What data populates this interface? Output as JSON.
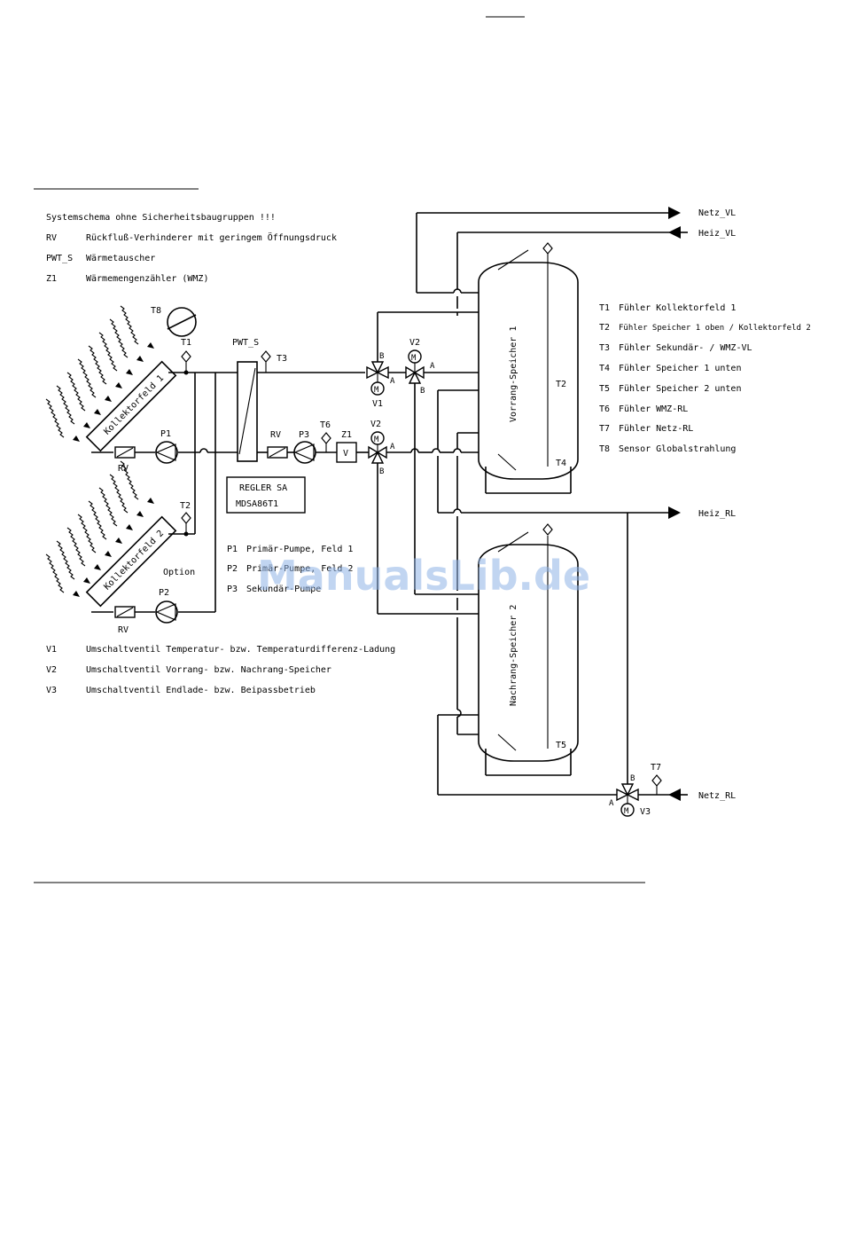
{
  "header": {
    "title": "Systemschema ohne Sicherheitsbaugruppen !!!",
    "legend": [
      {
        "abbr": "RV",
        "text": "Rückfluß-Verhinderer mit geringem Öffnungsdruck"
      },
      {
        "abbr": "PWT_S",
        "text": "Wärmetauscher"
      },
      {
        "abbr": "Z1",
        "text": "Wärmemengenzähler (WMZ)"
      }
    ]
  },
  "sensors": {
    "t1": "T1",
    "t2": "T2",
    "t3": "T3",
    "t4": "T4",
    "t5": "T5",
    "t6": "T6",
    "t7": "T7",
    "t8": "T8",
    "t2_tank": "T2"
  },
  "sensor_legend": [
    {
      "abbr": "T1",
      "text": "Fühler Kollektorfeld 1"
    },
    {
      "abbr": "T2",
      "text": "Fühler Speicher 1 oben / Kollektorfeld 2"
    },
    {
      "abbr": "T3",
      "text": "Fühler Sekundär- / WMZ-VL"
    },
    {
      "abbr": "T4",
      "text": "Fühler Speicher 1 unten"
    },
    {
      "abbr": "T5",
      "text": "Fühler Speicher 2 unten"
    },
    {
      "abbr": "T6",
      "text": "Fühler WMZ-RL"
    },
    {
      "abbr": "T7",
      "text": "Fühler Netz-RL"
    },
    {
      "abbr": "T8",
      "text": "Sensor Globalstrahlung"
    }
  ],
  "components": {
    "collector1": "Kollektorfeld 1",
    "collector2": "Kollektorfeld 2",
    "option": "Option",
    "pwt": "PWT_S",
    "rv": "RV",
    "p1": "P1",
    "p2": "P2",
    "p3": "P3",
    "z1": "Z1",
    "z1_symbol": "V",
    "v1": "V1",
    "v2": "V2",
    "v3": "V3",
    "port_a": "A",
    "port_b": "B",
    "tank1": "Vorrang-Speicher 1",
    "tank2": "Nachrang-Speicher 2"
  },
  "controller": {
    "line1": "REGLER SA",
    "line2": "MDSA86T1"
  },
  "pump_legend": [
    {
      "abbr": "P1",
      "text": "Primär-Pumpe, Feld 1"
    },
    {
      "abbr": "P2",
      "text": "Primär-Pumpe, Feld 2"
    },
    {
      "abbr": "P3",
      "text": "Sekundär-Pumpe"
    }
  ],
  "valve_legend": [
    {
      "abbr": "V1",
      "text": "Umschaltventil Temperatur- bzw. Temperaturdifferenz-Ladung"
    },
    {
      "abbr": "V2",
      "text": "Umschaltventil Vorrang- bzw. Nachrang-Speicher"
    },
    {
      "abbr": "V3",
      "text": "Umschaltventil Endlade- bzw. Beipassbetrieb"
    }
  ],
  "connections": {
    "netz_vl": "Netz_VL",
    "heiz_vl": "Heiz_VL",
    "heiz_rl": "Heiz_RL",
    "netz_rl": "Netz_RL"
  },
  "watermark": "ManualsLib.de"
}
